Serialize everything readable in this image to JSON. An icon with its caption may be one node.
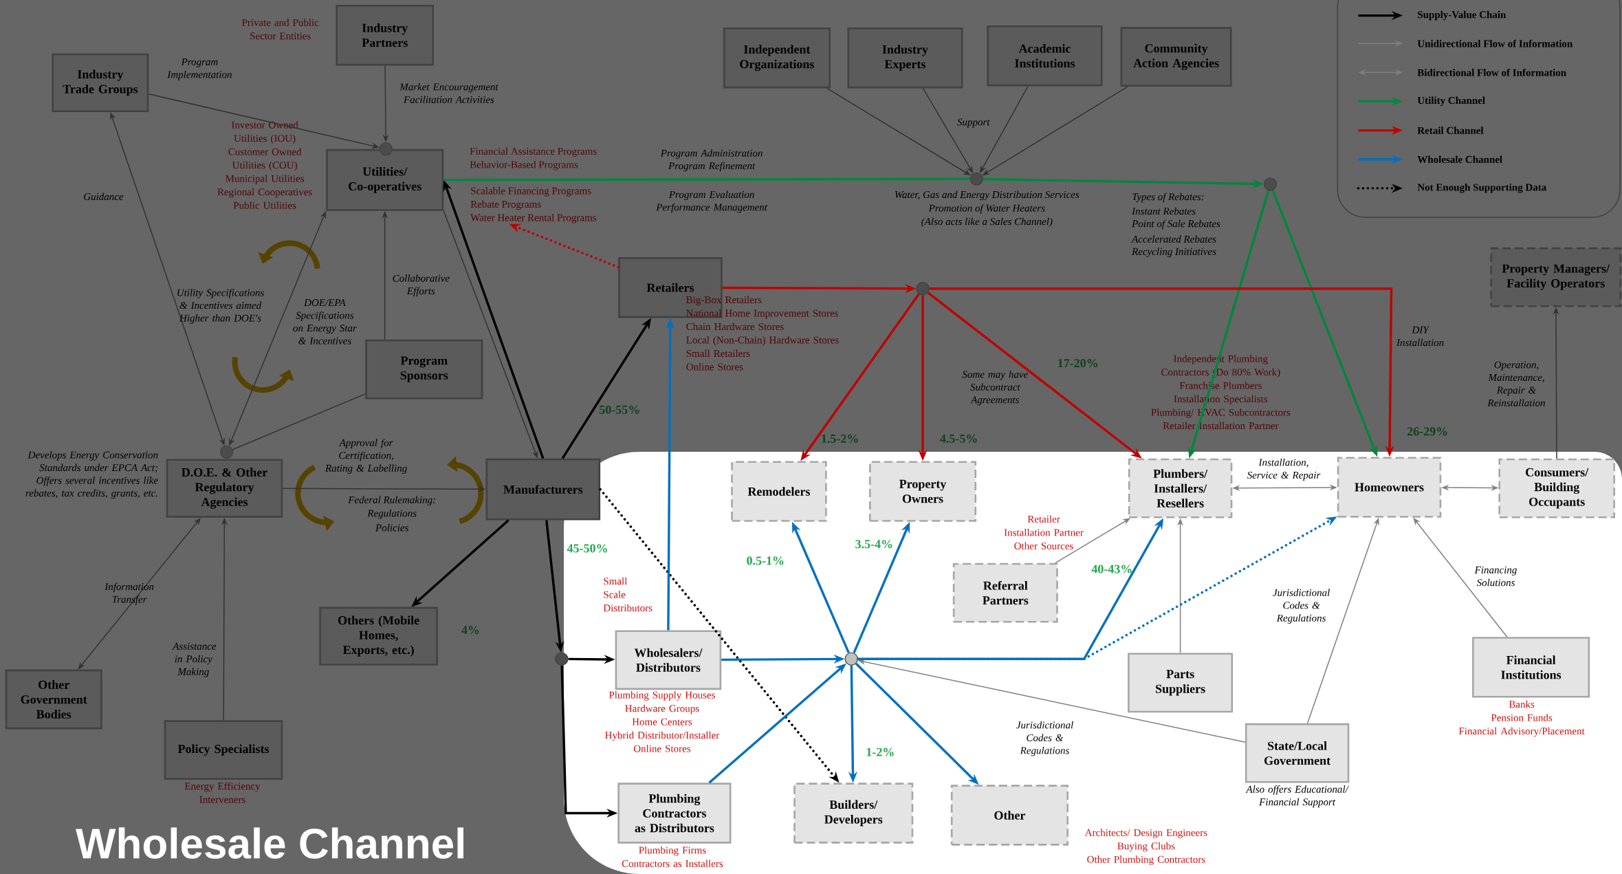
{
  "diagram": {
    "title": "Wholesale Channel",
    "nodes": [
      {
        "text": [
          "Industry Partners"
        ],
        "beside": [
          "Private and Public Sector Entities"
        ]
      },
      {
        "text": [
          "Industry Trade Groups"
        ]
      },
      {
        "text": [
          "Utilities/ Co-operatives"
        ],
        "beside": [
          "Investor Owned Utilities (IOU)",
          "Customer Owned Utilities (COU)",
          "Municipal Utilities",
          "Regional Cooperatives",
          "Public Utilities"
        ]
      },
      {
        "text": [
          "Independent Organizations"
        ]
      },
      {
        "text": [
          "Industry Experts"
        ]
      },
      {
        "text": [
          "Academic Institutions"
        ]
      },
      {
        "text": [
          "Community Action Agencies"
        ]
      },
      {
        "text": [
          "Retailers"
        ],
        "beside": [
          "Big-Box Retailers",
          "National Home Improvement Stores",
          "Chain Hardware Stores",
          "Local (Non-Chain) Hardware Stores",
          "Small Retailers",
          "Online Stores"
        ]
      },
      {
        "text": [
          "Program Sponsors"
        ]
      },
      {
        "text": [
          "D.O.E. & Other Regulatory Agencies"
        ],
        "beside": [
          "Develops Energy Conservation Standards under EPCA Act; Offers several incentives like rebates, tax credits, grants, etc."
        ]
      },
      {
        "text": [
          "Manufacturers"
        ]
      },
      {
        "text": [
          "Others (Mobile Homes, Exports, etc.)"
        ]
      },
      {
        "text": [
          "Other Government Bodies"
        ]
      },
      {
        "text": [
          "Policy Specialists"
        ],
        "beside": [
          "Energy Efficiency Interveners"
        ]
      },
      {
        "text": [
          "Wholesalers/ Distributors"
        ],
        "beside": [
          "Small Scale Distributors",
          "Plumbing Supply Houses",
          "Hardware Groups",
          "Home Centers",
          "Hybrid Distributor/Installer",
          "Online Stores"
        ]
      },
      {
        "text": [
          "Plumbing Contractors as Distributors"
        ],
        "beside": [
          "Plumbing Firms",
          "Contractors as Installers"
        ]
      },
      {
        "text": [
          "Remodelers"
        ]
      },
      {
        "text": [
          "Property Owners"
        ]
      },
      {
        "text": [
          "Plumbers/ Installers/ Resellers"
        ],
        "beside": [
          "Independent Plumbing Contractors (Do 80% Work)",
          "Franchise Plumbers",
          "Installation Specialists",
          "Plumbing/ HVAC Subcontractors",
          "Retailer Installation Partner"
        ]
      },
      {
        "text": [
          "Homeowners"
        ]
      },
      {
        "text": [
          "Consumers/ Building Occupants"
        ]
      },
      {
        "text": [
          "Property Managers/ Facility Operators"
        ]
      },
      {
        "text": [
          "Referral Partners"
        ],
        "beside": [
          "Retailer Installation Partner",
          "Other Sources"
        ]
      },
      {
        "text": [
          "Parts Suppliers"
        ]
      },
      {
        "text": [
          "Financial Institutions"
        ],
        "beside": [
          "Banks",
          "Pension Funds",
          "Financial Advisory/Placement"
        ]
      },
      {
        "text": [
          "State/Local Government"
        ],
        "beside": [
          "Also offers Educational/ Financial Support"
        ]
      },
      {
        "text": [
          "Builders/ Developers"
        ]
      },
      {
        "text": [
          "Other"
        ],
        "beside": [
          "Architects/ Design Engineers",
          "Buying Clubs",
          "Other Plumbing Contractors"
        ]
      },
      {
        "text": [],
        "shape": "circle"
      },
      {
        "text": [],
        "shape": "circle"
      },
      {
        "text": [],
        "shape": "circle"
      },
      {
        "text": [],
        "shape": "circle"
      },
      {
        "text": [],
        "shape": "circle"
      },
      {
        "text": [],
        "shape": "circle"
      },
      {
        "text": [],
        "shape": "circle"
      },
      {
        "text": [
          "Scalable Financing Programs",
          "Rebate Programs",
          "Water Heater Rental Programs"
        ]
      }
    ],
    "edges": [
      {
        "from": 1,
        "to": 28,
        "arrow": "to",
        "label": "Program Implementation"
      },
      {
        "from": 0,
        "to": 28,
        "arrow": "to",
        "label": "Market Encouragement Facilitation Activities"
      },
      {
        "from": 8,
        "to": 2,
        "arrow": "to",
        "label": "Collaborative Efforts"
      },
      {
        "from": 8,
        "to": 32,
        "arrow": "none"
      },
      {
        "from": 1,
        "to": 32,
        "arrow": "both",
        "label": "Guidance"
      },
      {
        "from": 32,
        "to": 2,
        "arrow": "both",
        "label": "DOE/EPA Specifications on Energy Star & Incentives"
      },
      {
        "from": 2,
        "to": 10,
        "arrow": "to"
      },
      {
        "from": 9,
        "to": 10,
        "arrow": "to",
        "label": "Approval for Certification, Rating & Labelling"
      },
      {
        "from": 12,
        "to": 9,
        "arrow": "both",
        "label": "Information Transfer"
      },
      {
        "from": 13,
        "to": 9,
        "arrow": "to",
        "label": "Assistance in Policy Making"
      },
      {
        "from": 3,
        "to": 29,
        "arrow": "to"
      },
      {
        "from": 4,
        "to": 29,
        "arrow": "to"
      },
      {
        "from": 5,
        "to": 29,
        "arrow": "to"
      },
      {
        "from": 6,
        "to": 29,
        "arrow": "to"
      },
      {
        "from": 20,
        "to": 21,
        "arrow": "to",
        "label": "Operation, Maintenance, Repair & Reinstallation"
      },
      {
        "from": 18,
        "to": 19,
        "arrow": "both",
        "label": "Installation, Service & Repair"
      },
      {
        "from": 19,
        "to": 20,
        "arrow": "both"
      },
      {
        "from": 22,
        "to": 18,
        "arrow": "to"
      },
      {
        "from": 23,
        "to": 18,
        "arrow": "to"
      },
      {
        "from": 25,
        "to": 19,
        "arrow": "to",
        "label": "Jurisdictional Codes & Regulations"
      },
      {
        "from": 25,
        "to": 34,
        "arrow": "to",
        "label": "Jurisdictional Codes & Regulations"
      },
      {
        "from": 24,
        "to": 19,
        "arrow": "to",
        "label": "Financing Solutions"
      },
      {
        "from": 10,
        "to": 2,
        "arrow": "to",
        "color": "#000000"
      },
      {
        "from": 10,
        "to": 7,
        "arrow": "to",
        "color": "#000000",
        "label": "50-55%"
      },
      {
        "from": 10,
        "to": 11,
        "arrow": "to",
        "color": "#000000",
        "label": "4%"
      },
      {
        "from": 10,
        "to": 33,
        "arrow": "to",
        "color": "#000000",
        "label": "45-50%"
      },
      {
        "from": 33,
        "to": 14,
        "arrow": "to",
        "color": "#000000"
      },
      {
        "from": 33,
        "to": 15,
        "arrow": "to",
        "color": "#000000"
      },
      {
        "from": 10,
        "to": 26,
        "arrow": "to",
        "style": "dashed",
        "color": "#000000"
      },
      {
        "from": 7,
        "to": 35,
        "arrow": "to",
        "style": "dashed",
        "color": "#c00000"
      },
      {
        "from": 2,
        "to": 29,
        "arrow": "none",
        "color": "#00873c",
        "label": "Program Administration Program Refinement"
      },
      {
        "from": 29,
        "to": 30,
        "arrow": "to",
        "color": "#00873c"
      },
      {
        "from": 30,
        "to": 18,
        "arrow": "to",
        "color": "#00873c"
      },
      {
        "from": 30,
        "to": 19,
        "arrow": "to",
        "color": "#00873c",
        "label": "26-29%"
      },
      {
        "from": 7,
        "to": 31,
        "arrow": "to",
        "color": "#c00000"
      },
      {
        "from": 31,
        "to": 16,
        "arrow": "to",
        "color": "#c00000",
        "label": "1.5-2%"
      },
      {
        "from": 31,
        "to": 17,
        "arrow": "to",
        "color": "#c00000",
        "label": "4.5-5%"
      },
      {
        "from": 31,
        "to": 18,
        "arrow": "to",
        "color": "#c00000",
        "label": "17-20%"
      },
      {
        "from": 31,
        "to": 19,
        "arrow": "to",
        "color": "#c00000",
        "label": "DIY Installation"
      },
      {
        "from": 14,
        "to": 7,
        "arrow": "to",
        "color": "#0070c0"
      },
      {
        "from": 14,
        "to": 34,
        "arrow": "to",
        "color": "#0070c0"
      },
      {
        "from": 15,
        "to": 34,
        "arrow": "to",
        "color": "#0070c0"
      },
      {
        "from": 34,
        "to": 16,
        "arrow": "to",
        "color": "#0070c0",
        "label": "0.5-1%"
      },
      {
        "from": 34,
        "to": 17,
        "arrow": "to",
        "color": "#0070c0",
        "label": "3.5-4%"
      },
      {
        "from": 34,
        "to": 26,
        "arrow": "to",
        "color": "#0070c0",
        "label": "1-2%"
      },
      {
        "from": 34,
        "to": 27,
        "arrow": "to",
        "color": "#0070c0"
      },
      {
        "from": 34,
        "to": 18,
        "arrow": "to",
        "color": "#0070c0",
        "label": "40-43%"
      },
      {
        "from": 34,
        "to": 19,
        "arrow": "to",
        "style": "dashed",
        "color": "#0070c0"
      }
    ],
    "labels": [
      "Financial Assistance Programs",
      "Behavior-Based Programs",
      "Program Evaluation Performance Management",
      "Support",
      "Water, Gas and Energy Distribution Services",
      "Promotion of Water Heaters",
      "(Also acts like a Sales Channel)",
      "Types of Rebates:",
      "Instant Rebates",
      "Point of Sale Rebates",
      "Accelerated Rebates",
      "Recycling Initiatives",
      "Utility Specifications & Incentives aimed Higher than DOE's",
      "Some may have Subcontract Agreements",
      "Federal Rulemaking:",
      "Regulations",
      "Policies"
    ],
    "legend": [
      {
        "text": "Supply-Value Chain"
      },
      {
        "text": "Unidirectional Flow of Information"
      },
      {
        "text": "Bidirectional Flow of Information"
      },
      {
        "text": "Utility Channel"
      },
      {
        "text": "Retail Channel"
      },
      {
        "text": "Wholesale Channel"
      },
      {
        "text": "Not Enough Supporting Data"
      }
    ]
  }
}
